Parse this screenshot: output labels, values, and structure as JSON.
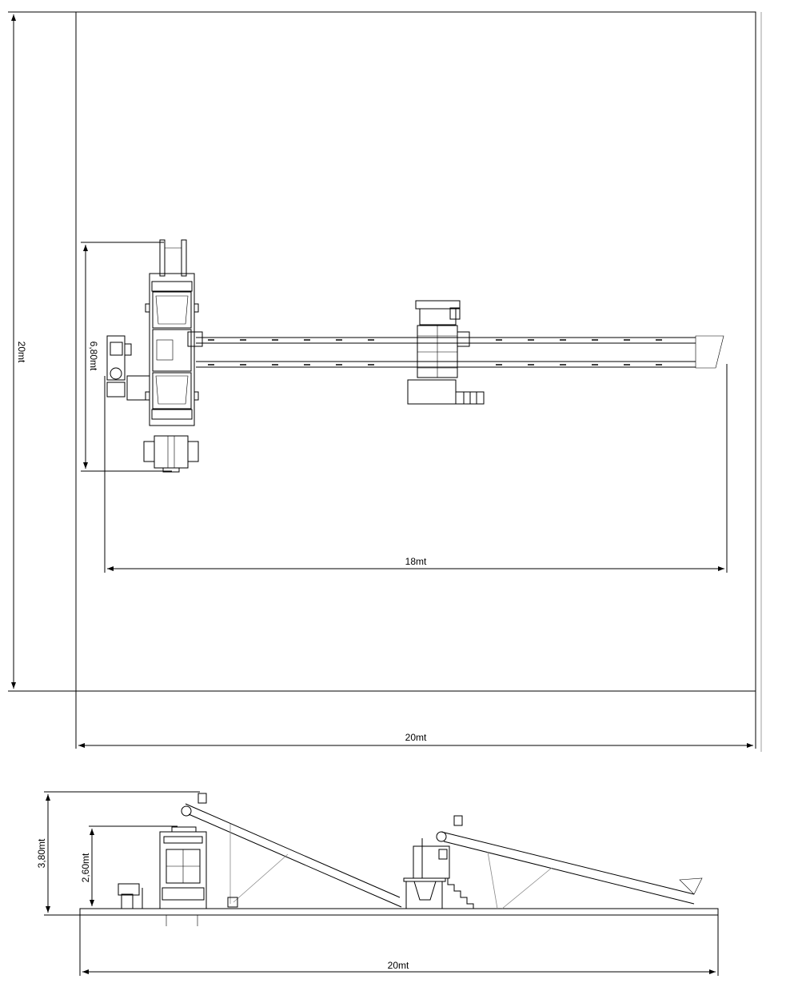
{
  "plan_view": {
    "overall_height_label": "20mt",
    "overall_width_label": "20mt",
    "machine_depth_label": "6,80mt",
    "line_length_label": "18mt"
  },
  "side_view": {
    "conveyor_height_label": "3,80mt",
    "machine_height_label": "2,60mt",
    "overall_width_label": "20mt"
  }
}
